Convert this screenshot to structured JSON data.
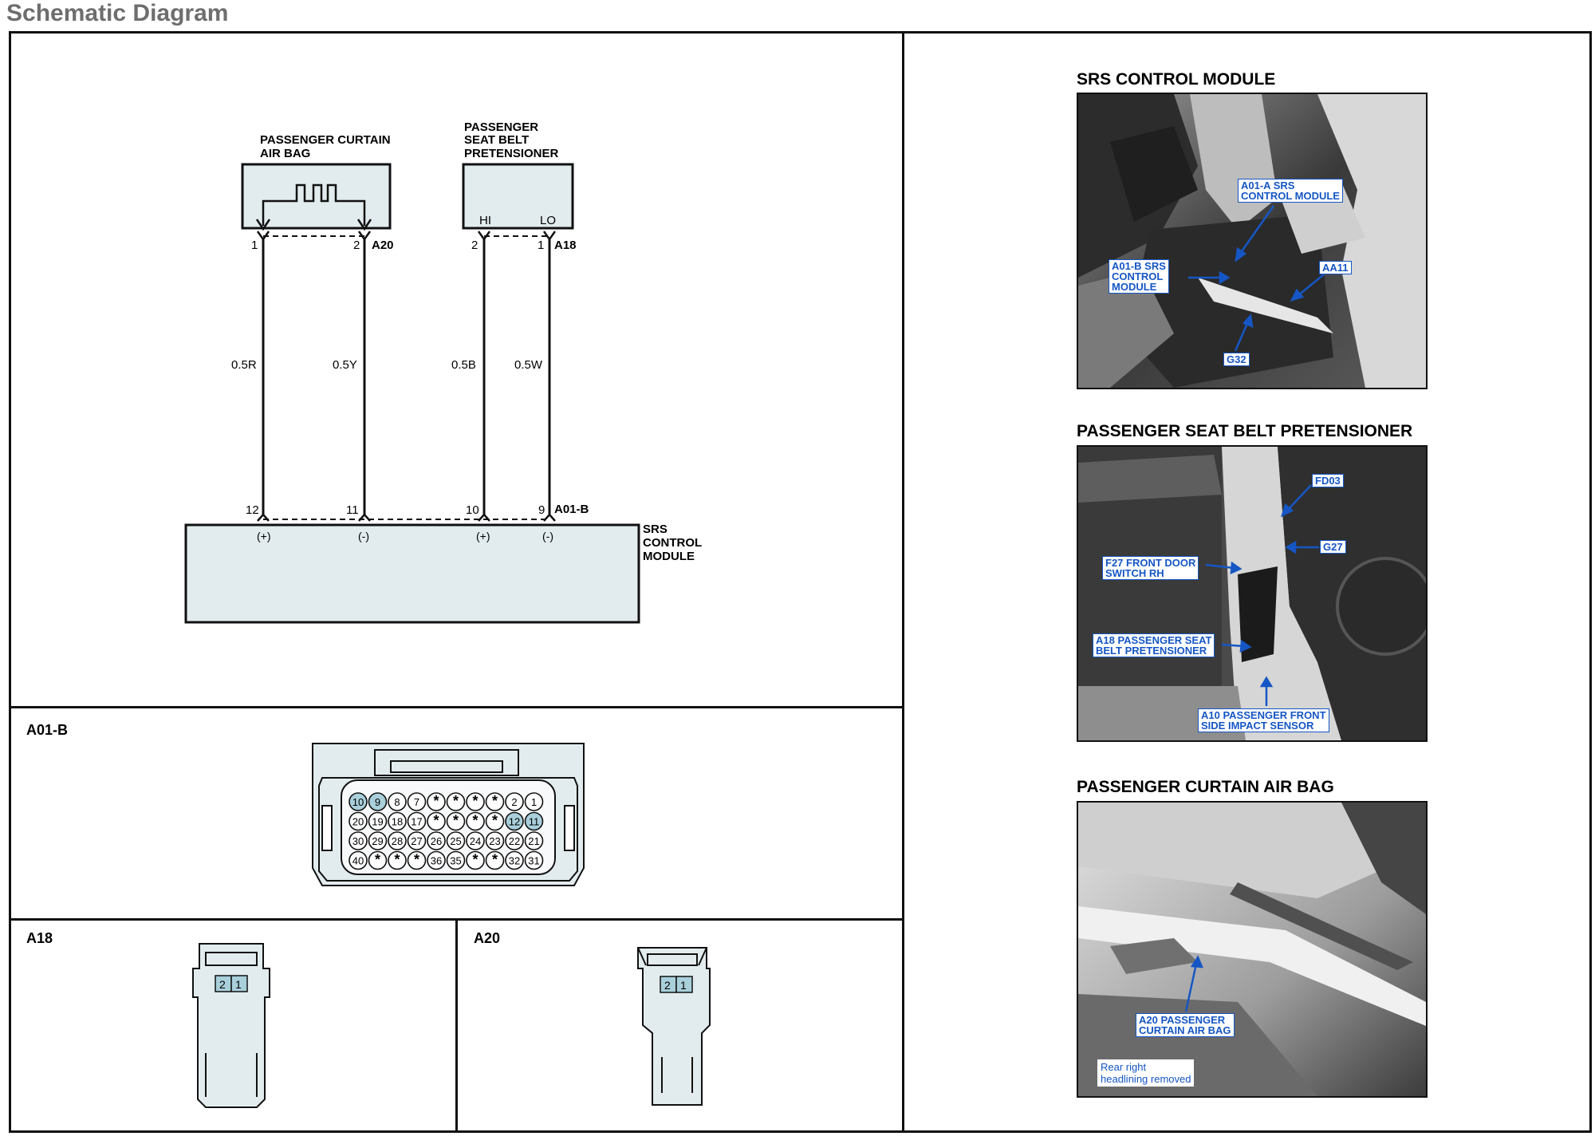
{
  "page": {
    "title": "Schematic Diagram"
  },
  "schematic": {
    "components": {
      "curtain_airbag": {
        "label_line1": "PASSENGER CURTAIN",
        "label_line2": "AIR BAG",
        "connector": "A20",
        "pin_left": "1",
        "pin_right": "2"
      },
      "pretensioner": {
        "label_line1": "PASSENGER",
        "label_line2": "SEAT BELT",
        "label_line3": "PRETENSIONER",
        "connector": "A18",
        "pin_left": "2",
        "pin_right": "1",
        "term_hi": "HI",
        "term_lo": "LO"
      },
      "srs_module": {
        "label_line1": "SRS",
        "label_line2": "CONTROL",
        "label_line3": "MODULE",
        "connector": "A01-B",
        "pins": [
          "12",
          "11",
          "10",
          "9"
        ],
        "polarity": [
          "(+)",
          "(-)",
          "(+)",
          "(-)"
        ]
      }
    },
    "wires": [
      "0.5R",
      "0.5Y",
      "0.5B",
      "0.5W"
    ]
  },
  "connectors": {
    "a01b": {
      "label": "A01-B",
      "rows": [
        [
          "10",
          "9",
          "8",
          "7",
          "*",
          "*",
          "*",
          "*",
          "2",
          "1"
        ],
        [
          "20",
          "19",
          "18",
          "17",
          "*",
          "*",
          "*",
          "*",
          "12",
          "11"
        ],
        [
          "30",
          "29",
          "28",
          "27",
          "26",
          "25",
          "24",
          "23",
          "22",
          "21"
        ],
        [
          "40",
          "*",
          "*",
          "*",
          "36",
          "35",
          "*",
          "*",
          "32",
          "31"
        ]
      ],
      "highlight": [
        "10",
        "9",
        "12",
        "11"
      ]
    },
    "a18": {
      "label": "A18",
      "pins": [
        "2",
        "1"
      ]
    },
    "a20": {
      "label": "A20",
      "pins": [
        "2",
        "1"
      ]
    }
  },
  "photos": {
    "srs": {
      "title": "SRS CONTROL MODULE",
      "callouts": {
        "a01a_1": "A01-A SRS",
        "a01a_2": "CONTROL MODULE",
        "a01b_1": "A01-B SRS",
        "a01b_2": "CONTROL",
        "a01b_3": "MODULE",
        "aa11": "AA11",
        "g32": "G32"
      }
    },
    "pretensioner": {
      "title": "PASSENGER SEAT BELT PRETENSIONER",
      "callouts": {
        "fd03": "FD03",
        "g27": "G27",
        "f27_1": "F27 FRONT DOOR",
        "f27_2": "SWITCH RH",
        "a18_1": "A18 PASSENGER SEAT",
        "a18_2": "BELT PRETENSIONER",
        "a10_1": "A10 PASSENGER FRONT",
        "a10_2": "SIDE IMPACT SENSOR"
      }
    },
    "curtain": {
      "title": "PASSENGER CURTAIN AIR BAG",
      "callouts": {
        "a20_1": "A20 PASSENGER",
        "a20_2": "CURTAIN AIR BAG"
      },
      "note_1": "Rear right",
      "note_2": "headlining removed"
    }
  },
  "colors": {
    "fill": "#e2ecee",
    "highlight": "#a9cfdb",
    "callout": "#1556c4",
    "title": "#6e6e6e"
  }
}
